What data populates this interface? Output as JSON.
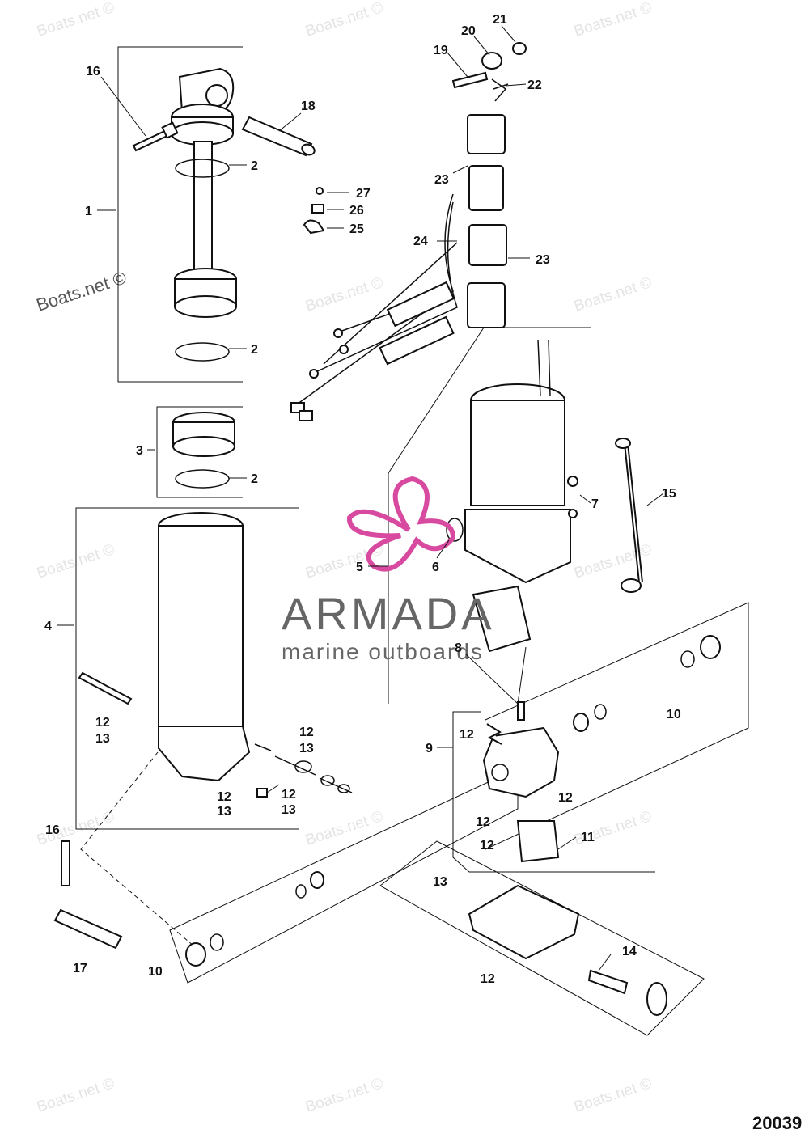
{
  "watermarks": {
    "boats_net": "Boats.net ©"
  },
  "logo": {
    "brand": "ARMADA",
    "subtitle": "marine outboards",
    "accent_color": "#d84aa0"
  },
  "diagram_number": "20039",
  "callouts": {
    "c1": "1",
    "c2a": "2",
    "c2b": "2",
    "c2c": "2",
    "c3": "3",
    "c4": "4",
    "c5": "5",
    "c6": "6",
    "c7": "7",
    "c8": "8",
    "c9": "9",
    "c10a": "10",
    "c10b": "10",
    "c11": "11",
    "c12a": "12",
    "c13a": "13",
    "c12b": "12",
    "c13b": "13",
    "c12c": "12",
    "c13c": "13",
    "c12d": "12",
    "c13d": "13",
    "c12e": "12",
    "c12f": "12",
    "c12g": "12",
    "c12h": "12",
    "c12i": "12",
    "c13e": "13",
    "c14": "14",
    "c15": "15",
    "c16a": "16",
    "c16b": "16",
    "c17": "17",
    "c18": "18",
    "c19": "19",
    "c20": "20",
    "c21": "21",
    "c22": "22",
    "c23a": "23",
    "c23b": "23",
    "c24": "24",
    "c25": "25",
    "c26": "26",
    "c27": "27"
  }
}
